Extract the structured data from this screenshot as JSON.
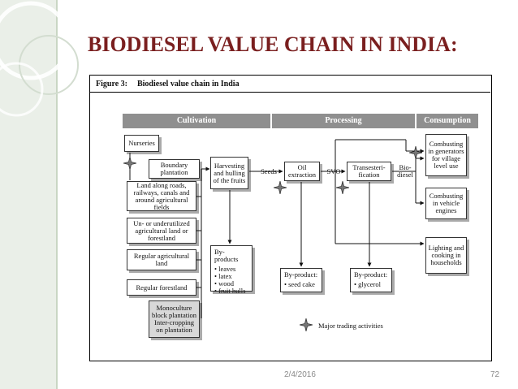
{
  "slide": {
    "title": "BIODIESEL VALUE CHAIN IN INDIA:",
    "footer_date": "2/4/2016",
    "footer_page": "72"
  },
  "figure": {
    "caption_label": "Figure 3:",
    "caption_text": "Biodiesel value chain in India",
    "stages": [
      "Cultivation",
      "Processing",
      "Consumption"
    ],
    "land_sources": {
      "nurseries": "Nurseries",
      "boundary": "Boundary plantation",
      "roads": "Land along roads, railways, canals and around agricultural fields",
      "underutilized": "Un- or underutilized agricultural land or forestland",
      "regular_agri": "Regular agricultural land",
      "regular_forest": "Regular forestland",
      "monoculture": "Monoculture block plantation Inter-cropping on plantation"
    },
    "harvesting": "Harvesting and hulling of the fruits",
    "byproducts_1": {
      "title": "By-products",
      "items": [
        "leaves",
        "latex",
        "wood",
        "fruit hulls"
      ]
    },
    "seeds": "Seeds",
    "oil_extraction": "Oil extraction",
    "byproduct_2": {
      "title": "By-product:",
      "items": [
        "seed cake"
      ]
    },
    "svo": "SVO",
    "transesterification": "Transesteri- fication",
    "biodiesel": "Bio- diesel",
    "byproduct_3": {
      "title": "By-product:",
      "items": [
        "glycerol"
      ]
    },
    "consumption": {
      "generators": "Combusting in generators for village level use",
      "vehicles": "Combusting in vehicle engines",
      "lighting": "Lighting and cooking in households"
    },
    "legend": "Major trading activities",
    "bullet": "•"
  }
}
